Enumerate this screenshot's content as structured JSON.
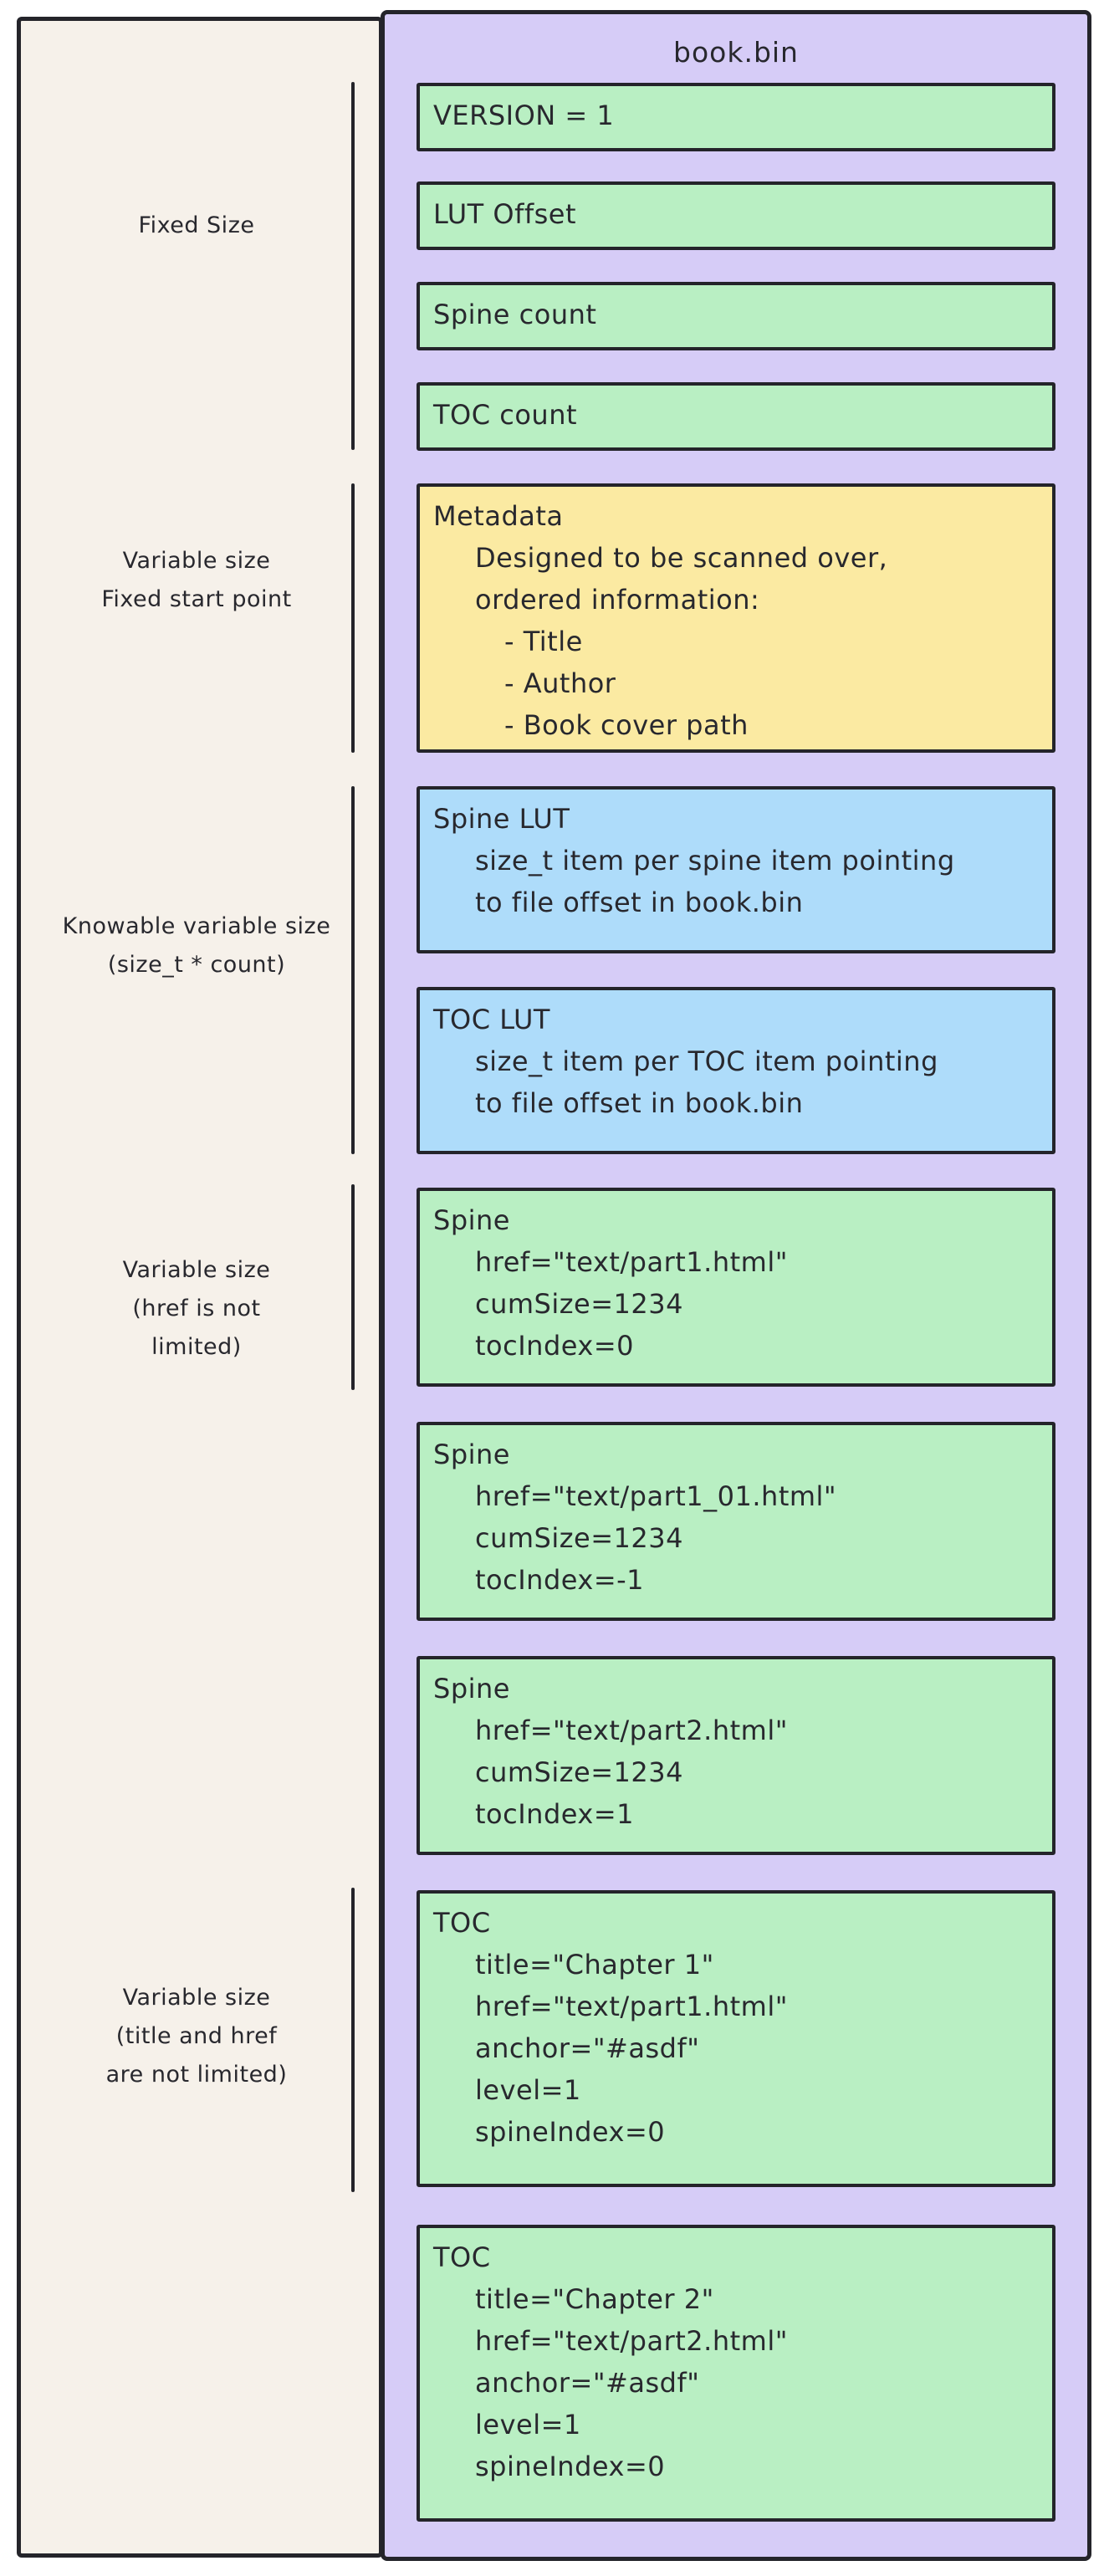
{
  "diagram": {
    "file_title": "book.bin",
    "colors": {
      "page_bg": "#ffffff",
      "left_panel_bg": "#f6f1ea",
      "right_panel_bg": "#d6ccf7",
      "green": "#b9efc3",
      "blue": "#aedcfa",
      "yellow": "#fbeaa2",
      "stroke": "#24242a",
      "ink": "#28282e"
    },
    "size_labels": [
      {
        "lines": [
          "Fixed Size"
        ]
      },
      {
        "lines": [
          "Variable size",
          "Fixed start point"
        ]
      },
      {
        "lines": [
          "Knowable variable size",
          "(size_t * count)"
        ]
      },
      {
        "lines": [
          "Variable size",
          "(href is not",
          "limited)"
        ]
      },
      {
        "lines": [
          "Variable size",
          "(title and href",
          "are not limited)"
        ]
      }
    ],
    "blocks": [
      {
        "id": "version",
        "color": "green",
        "lines": [
          {
            "text": "VERSION = 1",
            "indent": 0
          }
        ]
      },
      {
        "id": "lut-offset",
        "color": "green",
        "lines": [
          {
            "text": "LUT Offset",
            "indent": 0
          }
        ]
      },
      {
        "id": "spine-count",
        "color": "green",
        "lines": [
          {
            "text": "Spine count",
            "indent": 0
          }
        ]
      },
      {
        "id": "toc-count",
        "color": "green",
        "lines": [
          {
            "text": "TOC count",
            "indent": 0
          }
        ]
      },
      {
        "id": "metadata",
        "color": "yellow",
        "lines": [
          {
            "text": "Metadata",
            "indent": 0
          },
          {
            "text": "Designed to be scanned over,",
            "indent": 1
          },
          {
            "text": "ordered information:",
            "indent": 1
          },
          {
            "text": "- Title",
            "indent": 2
          },
          {
            "text": "- Author",
            "indent": 2
          },
          {
            "text": "- Book cover path",
            "indent": 2
          }
        ]
      },
      {
        "id": "spine-lut",
        "color": "blue",
        "lines": [
          {
            "text": "Spine LUT",
            "indent": 0
          },
          {
            "text": "size_t item per spine item pointing",
            "indent": 1
          },
          {
            "text": "to file offset in book.bin",
            "indent": 1
          }
        ]
      },
      {
        "id": "toc-lut",
        "color": "blue",
        "lines": [
          {
            "text": "TOC LUT",
            "indent": 0
          },
          {
            "text": "size_t item per TOC item pointing",
            "indent": 1
          },
          {
            "text": "to file offset in book.bin",
            "indent": 1
          }
        ]
      },
      {
        "id": "spine-1",
        "color": "green",
        "lines": [
          {
            "text": "Spine",
            "indent": 0
          },
          {
            "text": "href=\"text/part1.html\"",
            "indent": 1
          },
          {
            "text": "cumSize=1234",
            "indent": 1
          },
          {
            "text": "tocIndex=0",
            "indent": 1
          }
        ]
      },
      {
        "id": "spine-2",
        "color": "green",
        "lines": [
          {
            "text": "Spine",
            "indent": 0
          },
          {
            "text": "href=\"text/part1_01.html\"",
            "indent": 1
          },
          {
            "text": "cumSize=1234",
            "indent": 1
          },
          {
            "text": "tocIndex=-1",
            "indent": 1
          }
        ]
      },
      {
        "id": "spine-3",
        "color": "green",
        "lines": [
          {
            "text": "Spine",
            "indent": 0
          },
          {
            "text": "href=\"text/part2.html\"",
            "indent": 1
          },
          {
            "text": "cumSize=1234",
            "indent": 1
          },
          {
            "text": "tocIndex=1",
            "indent": 1
          }
        ]
      },
      {
        "id": "toc-1",
        "color": "green",
        "lines": [
          {
            "text": "TOC",
            "indent": 0
          },
          {
            "text": "title=\"Chapter 1\"",
            "indent": 1
          },
          {
            "text": "href=\"text/part1.html\"",
            "indent": 1
          },
          {
            "text": "anchor=\"#asdf\"",
            "indent": 1
          },
          {
            "text": "level=1",
            "indent": 1
          },
          {
            "text": "spineIndex=0",
            "indent": 1
          }
        ]
      },
      {
        "id": "toc-2",
        "color": "green",
        "lines": [
          {
            "text": "TOC",
            "indent": 0
          },
          {
            "text": "title=\"Chapter 2\"",
            "indent": 1
          },
          {
            "text": "href=\"text/part2.html\"",
            "indent": 1
          },
          {
            "text": "anchor=\"#asdf\"",
            "indent": 1
          },
          {
            "text": "level=1",
            "indent": 1
          },
          {
            "text": "spineIndex=0",
            "indent": 1
          }
        ]
      }
    ]
  }
}
